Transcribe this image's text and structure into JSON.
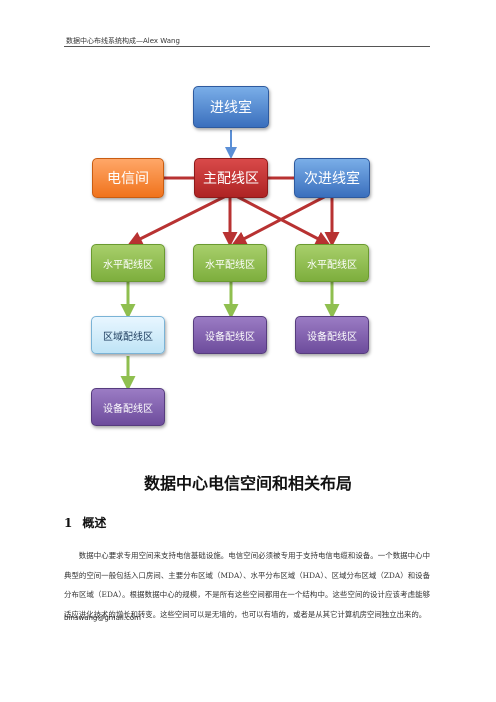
{
  "header": {
    "text": "数据中心布线系统构成—Alex Wang"
  },
  "diagram": {
    "nodes": {
      "entrance_room": "进线室",
      "telecom_room": "电信间",
      "mda": "主配线区",
      "secondary_entrance": "次进线室",
      "hda_1": "水平配线区",
      "hda_2": "水平配线区",
      "hda_3": "水平配线区",
      "zda": "区域配线区",
      "eda_1": "设备配线区",
      "eda_2": "设备配线区",
      "eda_3": "设备配线区"
    },
    "colors": {
      "blue": "#3a6fbd",
      "orange": "#f0731c",
      "red": "#ae2424",
      "green": "#7dae3d",
      "cyan": "#bfe4f6",
      "purple": "#6d4c9c"
    }
  },
  "title": "数据中心电信空间和相关布局",
  "section": {
    "number": "1",
    "heading": "概述"
  },
  "paragraph": "数据中心要求专用空间来支持电信基础设施。电信空间必须被专用于支持电信电缆和设备。一个数据中心中典型的空间一般包括入口房间、主要分布区域（MDA）、水平分布区域（HDA）、区域分布区域（ZDA）和设备分布区域（EDA）。根据数据中心的规模，不是所有这些空间都用在一个结构中。这些空间的设计应该考虑能够适应进化技术的增长和转变。这些空间可以是无墙的，也可以有墙的，或者是从其它计算机房空间独立出来的。",
  "footer": {
    "email": "binswang@gmail.com"
  }
}
